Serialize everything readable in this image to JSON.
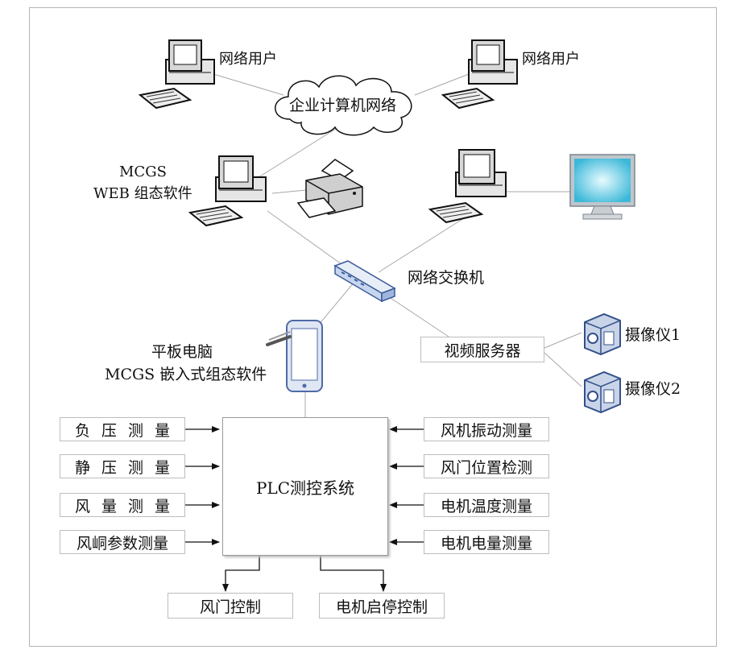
{
  "nodes": {
    "user_left": "网络用户",
    "user_right": "网络用户",
    "cloud": "企业计算机网络",
    "mcgs_web_line1": "MCGS",
    "mcgs_web_line2": "WEB 组态软件",
    "switch": "网络交换机",
    "tablet_line1": "平板电脑",
    "tablet_line2": "MCGS 嵌入式组态软件",
    "video_server": "视频服务器",
    "camera1": "摄像仪1",
    "camera2": "摄像仪2",
    "plc": "PLC测控系统"
  },
  "inputs_left": [
    "负压测量",
    "静压测量",
    "风量测量",
    "风峒参数测量"
  ],
  "inputs_right": [
    "风机振动测量",
    "风门位置检测",
    "电机温度测量",
    "电机电量测量"
  ],
  "outputs": [
    "风门控制",
    "电机启停控制"
  ],
  "colors": {
    "line": "#a8a8a8",
    "arrow": "#111111",
    "box_border": "#bdbdbd",
    "screen": "#6fd0e8"
  }
}
